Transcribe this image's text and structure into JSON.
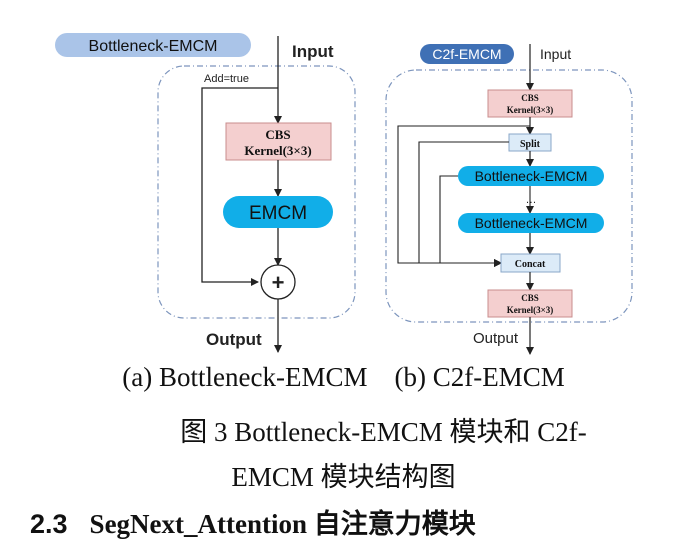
{
  "diagram_a": {
    "tag": "Bottleneck-EMCM",
    "input": "Input",
    "output": "Output",
    "add_note": "Add=true",
    "cbs_title": "CBS",
    "cbs_kernel": "Kernel(3×3)",
    "emcm": "EMCM",
    "plus": "+"
  },
  "diagram_b": {
    "tag": "C2f-EMCM",
    "input": "Input",
    "output": "Output",
    "cbs_top_title": "CBS",
    "cbs_top_kernel": "Kernel(3×3)",
    "split": "Split",
    "bottleneck_1": "Bottleneck-EMCM",
    "dots": "…",
    "bottleneck_2": "Bottleneck-EMCM",
    "concat": "Concat",
    "cbs_bottom_title": "CBS",
    "cbs_bottom_kernel": "Kernel(3×3)"
  },
  "captions": {
    "subcaptions": "(a) Bottleneck-EMCM    (b) C2f-EMCM",
    "figure_line1": "图 3 Bottleneck-EMCM 模块和 C2f-",
    "figure_line2": "EMCM 模块结构图"
  },
  "section": {
    "number": "2.3",
    "title": "SegNext_Attention 自注意力模块"
  },
  "colors": {
    "tag_fill": "#aac4e8",
    "emcm_fill": "#11aee8",
    "cbs_fill": "#f4cfcf",
    "cbs_stroke": "#c98c8c",
    "split_fill": "#dcebf8",
    "dashed_border": "#7d95bd"
  }
}
